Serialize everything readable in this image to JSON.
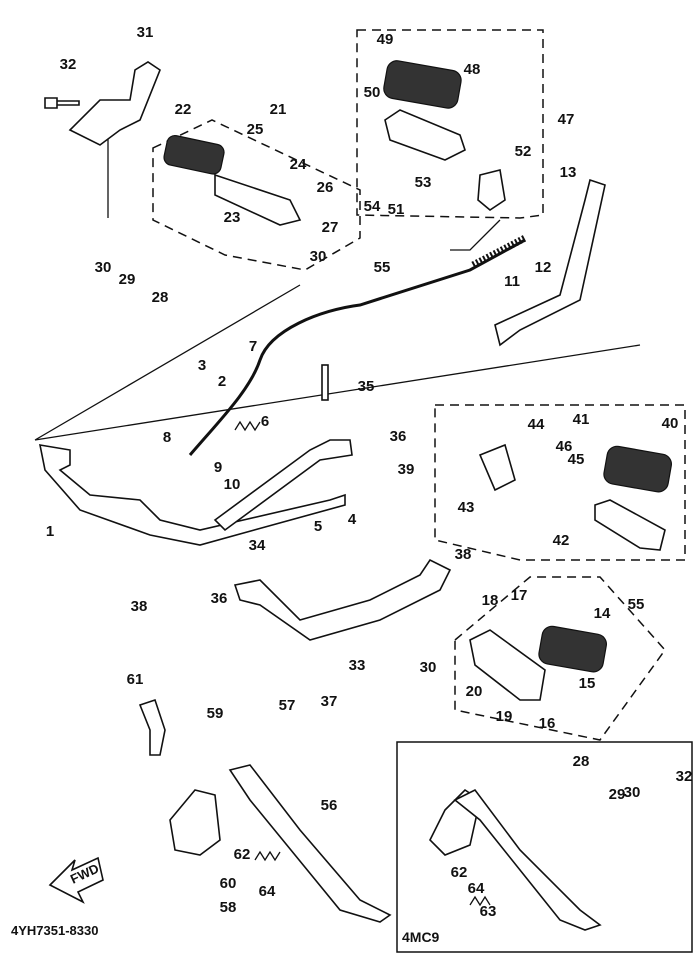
{
  "diagram_code": "4YH7351-8330",
  "fwd_label": "FWD",
  "variant_label": "4MC9",
  "part_labels": [
    "31",
    "32",
    "22",
    "21",
    "25",
    "24",
    "26",
    "23",
    "27",
    "30",
    "29",
    "28",
    "30",
    "49",
    "48",
    "50",
    "47",
    "52",
    "13",
    "53",
    "54",
    "51",
    "55",
    "11",
    "12",
    "7",
    "3",
    "2",
    "35",
    "36",
    "8",
    "6",
    "9",
    "10",
    "5",
    "4",
    "34",
    "1",
    "41",
    "40",
    "44",
    "46",
    "45",
    "39",
    "43",
    "42",
    "38",
    "38",
    "36",
    "55",
    "14",
    "18",
    "17",
    "30",
    "33",
    "37",
    "15",
    "20",
    "19",
    "16",
    "61",
    "59",
    "57",
    "28",
    "29",
    "30",
    "32",
    "56",
    "62",
    "60",
    "64",
    "58",
    "62",
    "64",
    "63"
  ]
}
